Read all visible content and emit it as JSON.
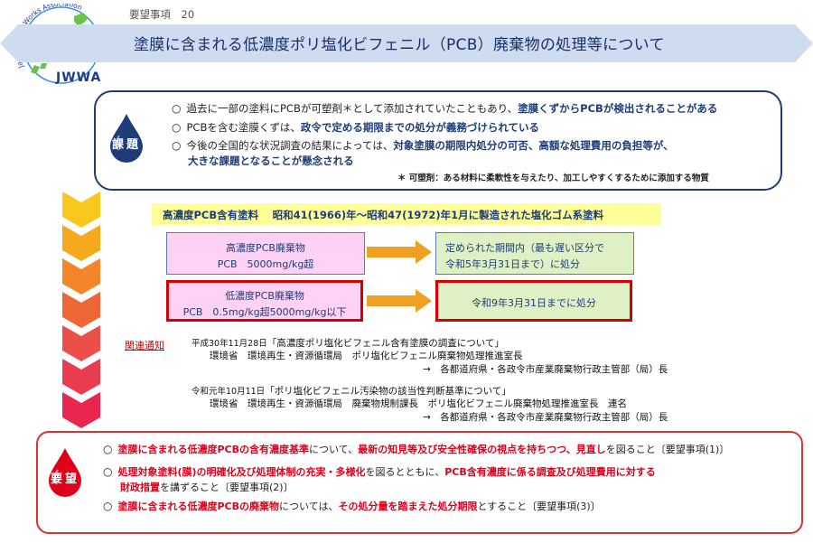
{
  "header": {
    "request_no": "要望事項　20",
    "title": "塗膜に含まれる低濃度ポリ塩化ビフェニル（PCB）廃棄物の処理等について",
    "logo_text": "JWWA",
    "logo_arc_text": "Japan Water Works Association"
  },
  "issue": {
    "badge": "課題",
    "lines": [
      {
        "bullet": "○",
        "a": "過去に一部の塗料にPCBが可塑剤＊として添加されていたこともあり、",
        "b": "塗膜くずからPCBが検出されることがある"
      },
      {
        "bullet": "○",
        "a": "PCBを含む塗膜くずは、",
        "b": "政令で定める期限までの処分が義務づけられている"
      },
      {
        "bullet": "○",
        "a": "今後の全国的な状況調査の結果によっては、",
        "b": "対象塗膜の期限内処分の可否、高額な処理費用の負担等が、"
      }
    ],
    "line4": "大きな課題となることが懸念される",
    "note": "＊ 可塑剤：ある材料に柔軟性を与えたり、加工しやすくするために添加する物質"
  },
  "paint": {
    "title": "高濃度PCB含有塗料　 昭和41(1966)年～昭和47(1972)年1月に製造された塩化ゴム系塗料"
  },
  "boxes": {
    "high_1": "高濃度PCB廃棄物",
    "high_2": "PCB　5000mg/kg超",
    "out1_1": "定められた期間内（最も遅い区分で",
    "out1_2": "令和5年3月31日まで）に処分",
    "low_1": "低濃度PCB廃棄物",
    "low_2": "PCB　0.5mg/kg超5000mg/kg以下",
    "out2_1": "令和9年3月31日までに処分"
  },
  "notices": {
    "label": "関連通知",
    "n1_date": "平成30年11月28日",
    "n1_title": "「高濃度ポリ塩化ビフェニル含有塗膜の調査について」",
    "n1_from": "環境省　環境再生・資源循環局　ポリ塩化ビフェニル廃棄物処理推進室長",
    "n1_to": "→　各都道府県・各政令市産業廃棄物行政主管部（局）長",
    "n2_date": "令和元年10月11日",
    "n2_title": "「ポリ塩化ビフェニル汚染物の該当性判断基準について」",
    "n2_from": "環境省　環境再生・資源循環局　廃棄物規制課長　ポリ塩化ビフェニル廃棄物処理推進室長　連名",
    "n2_to": "→　各都道府県・各政令市産業廃棄物行政主管部（局）長"
  },
  "demands": {
    "badge": "要望",
    "d1": {
      "bullet": "○",
      "a": "塗膜に含まれる低濃度PCBの含有濃度基準",
      "b": "について、",
      "c": "最新の知見等及び安全性確保の視点を持ちつつ、見直し",
      "d": "を図ること〔要望事項(1)〕"
    },
    "d2": {
      "bullet": "○",
      "a": "処理対象塗料(膜)の明確化及び処理体制の充実・多様化",
      "b": "を図るとともに、",
      "c": "PCB含有濃度に係る調査及び処理費用に対する"
    },
    "d2b": {
      "a": "財政措置",
      "b": "を講ずること〔要望事項(2)〕"
    },
    "d3": {
      "bullet": "○",
      "a": "塗膜に含まれる低濃度PCBの廃棄物",
      "b": "については、",
      "c": "その処分量を踏まえた処分期限",
      "d": "とすること〔要望事項(3)〕"
    }
  },
  "colors": {
    "navy": "#1d3c78",
    "red": "#d8001b",
    "title_band": "#cfdbee",
    "paint_band": "#ffff99",
    "pink_box": "#ffd1f5",
    "green_box": "#dff1c4",
    "arrow": "#f0a020"
  }
}
